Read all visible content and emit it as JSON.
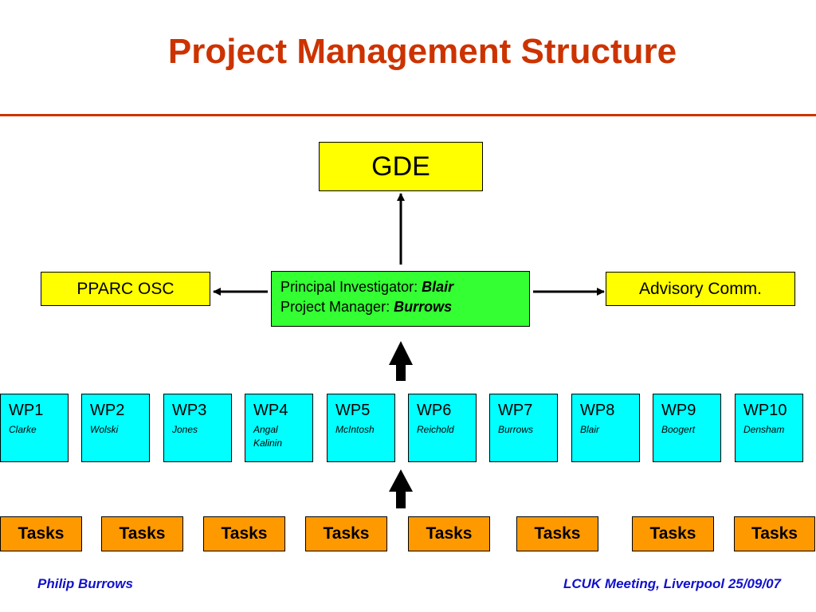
{
  "title": "Project Management Structure",
  "gde": "GDE",
  "pparc": "PPARC OSC",
  "advisory": "Advisory Comm.",
  "pi": {
    "pi_label": "Principal Investigator: ",
    "pi_name": "Blair",
    "pm_label": "Project Manager: ",
    "pm_name": "Burrows"
  },
  "workpackages": [
    {
      "label": "WP1",
      "lead": "Clarke"
    },
    {
      "label": "WP2",
      "lead": "Wolski"
    },
    {
      "label": "WP3",
      "lead": "Jones"
    },
    {
      "label": "WP4",
      "lead": "Angal Kalinin"
    },
    {
      "label": "WP5",
      "lead": "McIntosh"
    },
    {
      "label": "WP6",
      "lead": "Reichold"
    },
    {
      "label": "WP7",
      "lead": "Burrows"
    },
    {
      "label": "WP8",
      "lead": "Blair"
    },
    {
      "label": "WP9",
      "lead": "Boogert"
    },
    {
      "label": "WP10",
      "lead": "Densham"
    }
  ],
  "tasks": [
    "Tasks",
    "Tasks",
    "Tasks",
    "Tasks",
    "Tasks",
    "Tasks",
    "Tasks",
    "Tasks"
  ],
  "footer": {
    "left": "Philip Burrows",
    "right": "LCUK Meeting, Liverpool 25/09/07"
  },
  "colors": {
    "title": "#cc3300",
    "top_boxes": "#ffff00",
    "pi_box": "#33ff33",
    "workpackages": "#00ffff",
    "tasks": "#ff9900",
    "footer": "#1111cc"
  }
}
